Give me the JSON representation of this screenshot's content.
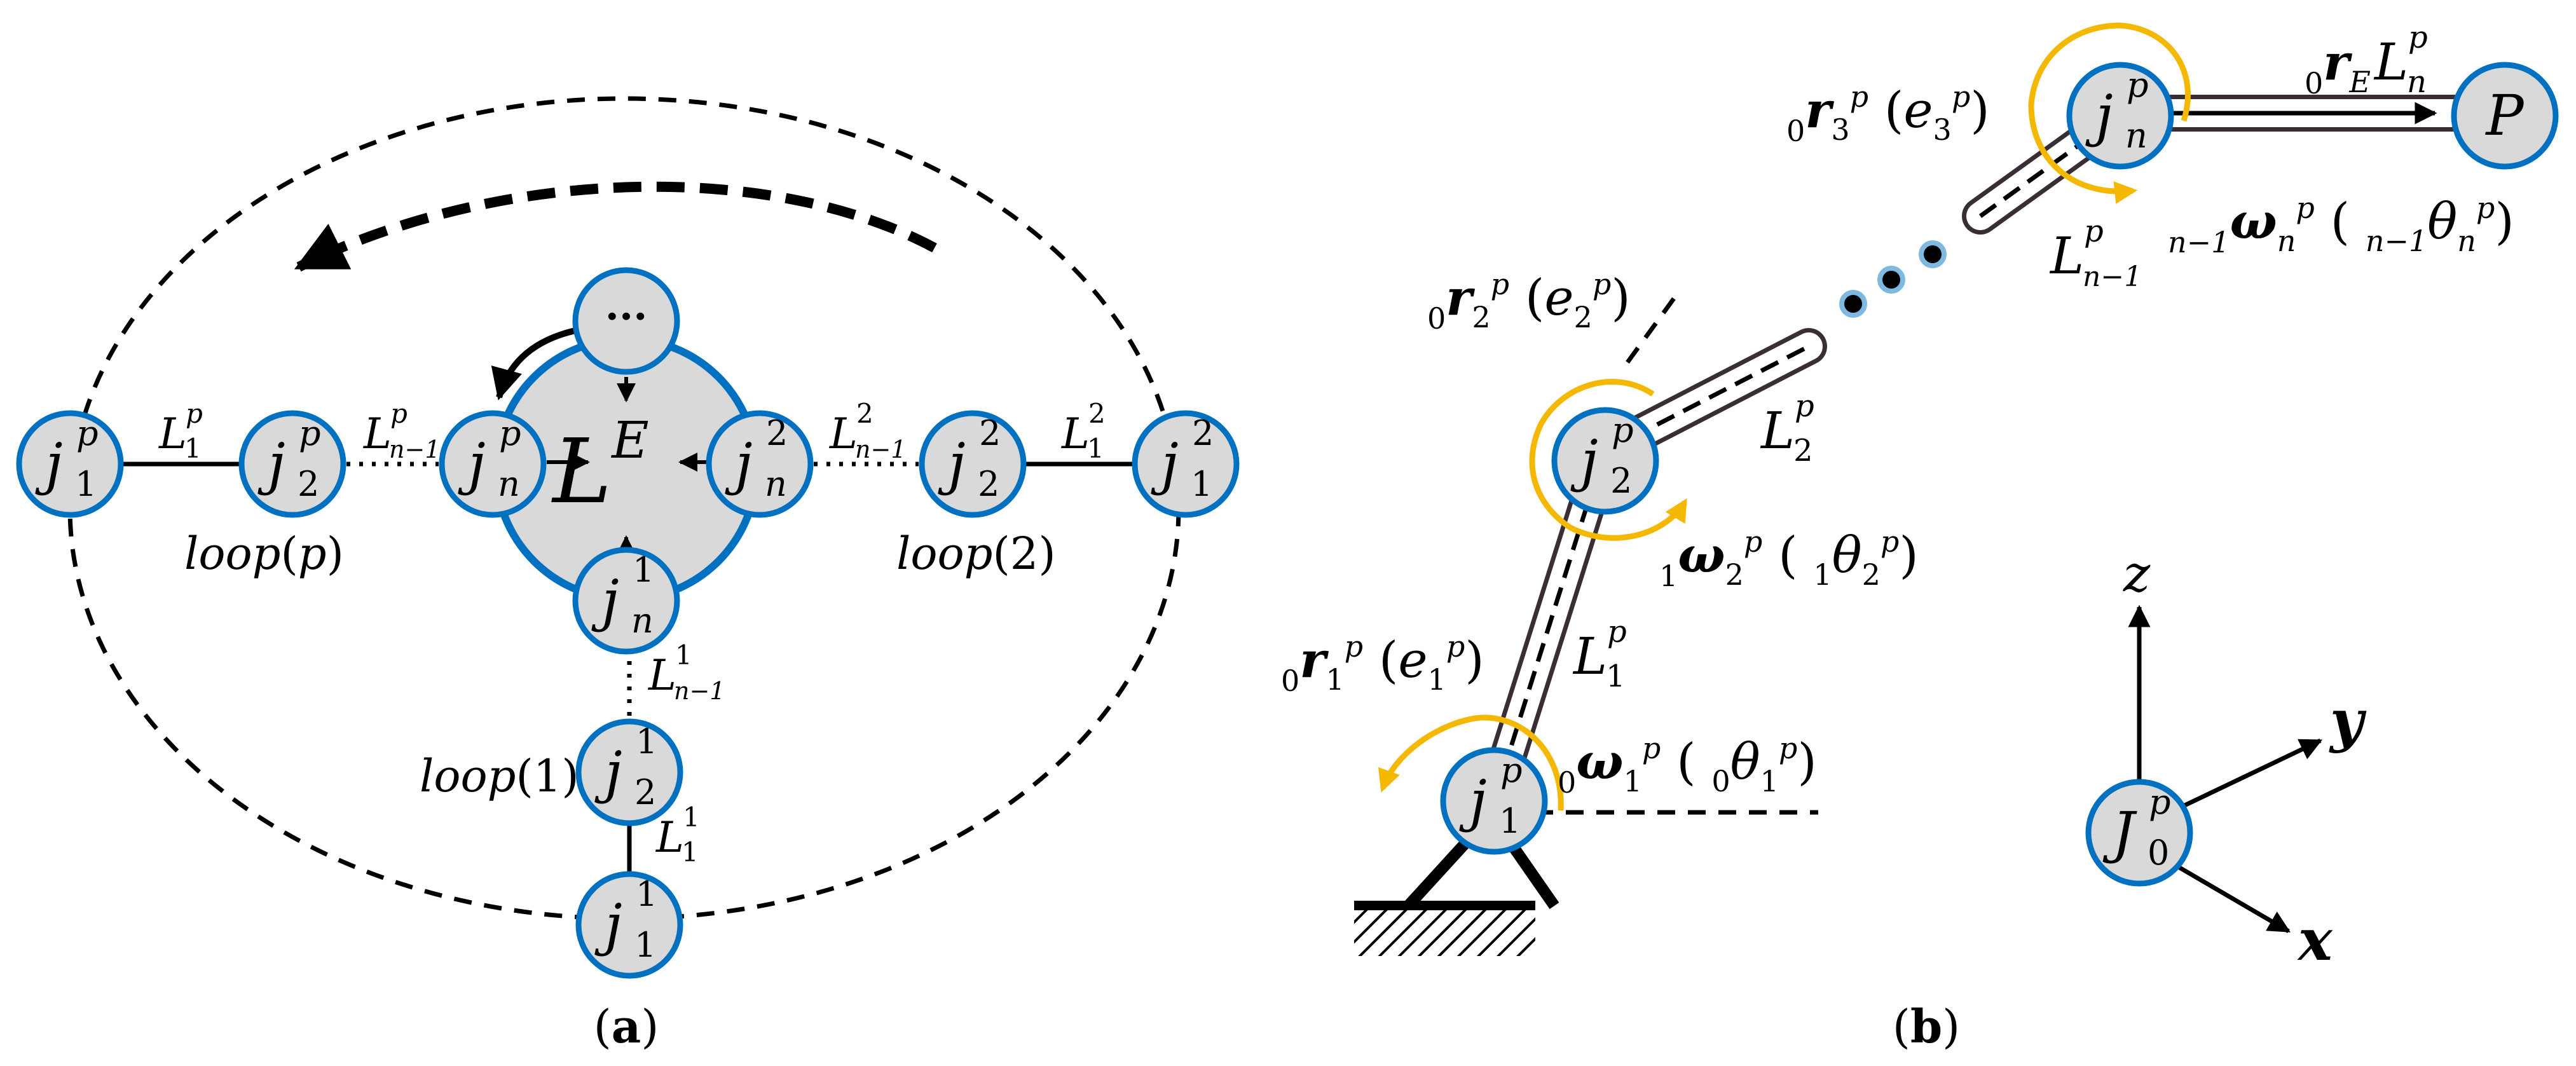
{
  "panel_a": {
    "caption_open": "(",
    "caption_letter": "a",
    "caption_close": ")",
    "center_node": {
      "base": "L",
      "sup": "E"
    },
    "ellipsis_node": "···",
    "nodes": [
      {
        "base": "j",
        "sub": "1",
        "sup": "p"
      },
      {
        "base": "j",
        "sub": "2",
        "sup": "p"
      },
      {
        "base": "j",
        "sub": "n",
        "sup": "p"
      },
      {
        "base": "j",
        "sub": "n",
        "sup": "2"
      },
      {
        "base": "j",
        "sub": "2",
        "sup": "2"
      },
      {
        "base": "j",
        "sub": "1",
        "sup": "2"
      },
      {
        "base": "j",
        "sub": "n",
        "sup": "1"
      },
      {
        "base": "j",
        "sub": "2",
        "sup": "1"
      },
      {
        "base": "j",
        "sub": "1",
        "sup": "1"
      }
    ],
    "link_labels": [
      {
        "base": "L",
        "sub": "1",
        "sup": "p"
      },
      {
        "base": "L",
        "sub": "n−1",
        "sup": "p"
      },
      {
        "base": "L",
        "sub": "n−1",
        "sup": "2"
      },
      {
        "base": "L",
        "sub": "1",
        "sup": "2"
      },
      {
        "base": "L",
        "sub": "n−1",
        "sup": "1"
      },
      {
        "base": "L",
        "sub": "1",
        "sup": "1"
      }
    ],
    "loop_labels": [
      {
        "word": "loop",
        "arg": "p"
      },
      {
        "word": "loop",
        "arg": "2"
      },
      {
        "word": "loop",
        "arg": "1"
      }
    ]
  },
  "panel_b": {
    "caption_open": "(",
    "caption_letter": "b",
    "caption_close": ")",
    "joints": [
      {
        "base": "j",
        "sub": "1",
        "sup": "p"
      },
      {
        "base": "j",
        "sub": "2",
        "sup": "p"
      },
      {
        "base": "j",
        "sub": "n",
        "sup": "p"
      }
    ],
    "end_node": "P",
    "frame_node": {
      "base": "J",
      "sub": "0",
      "sup": "p"
    },
    "axes": [
      "z",
      "y",
      "x"
    ],
    "link_labels": [
      {
        "base": "L",
        "sub": "1",
        "sup": "p"
      },
      {
        "base": "L",
        "sub": "2",
        "sup": "p"
      },
      {
        "base": "L",
        "sub": "n−1",
        "sup": "p"
      },
      {
        "base": "L",
        "sub": "n",
        "sup": "p"
      }
    ],
    "r_labels": [
      {
        "pre": "0",
        "base": "r",
        "sub": "1",
        "sup": "p",
        "arg_base": "e",
        "arg_sub": "1",
        "arg_sup": "p"
      },
      {
        "pre": "0",
        "base": "r",
        "sub": "2",
        "sup": "p",
        "arg_base": "e",
        "arg_sub": "2",
        "arg_sup": "p"
      },
      {
        "pre": "0",
        "base": "r",
        "sub": "3",
        "sup": "p",
        "arg_base": "e",
        "arg_sub": "3",
        "arg_sup": "p"
      }
    ],
    "r_end": {
      "pre": "0",
      "base": "r",
      "sub": "E"
    },
    "omega_labels": [
      {
        "pre": "0",
        "base": "ω",
        "sub": "1",
        "sup": "p",
        "arg_pre": "0",
        "arg_base": "θ",
        "arg_sub": "1",
        "arg_sup": "p"
      },
      {
        "pre": "1",
        "base": "ω",
        "sub": "2",
        "sup": "p",
        "arg_pre": "1",
        "arg_base": "θ",
        "arg_sub": "2",
        "arg_sup": "p"
      },
      {
        "pre": "n−1",
        "base": "ω",
        "sub": "n",
        "sup": "p",
        "arg_pre": "n−1",
        "arg_base": "θ",
        "arg_sub": "n",
        "arg_sup": "p"
      }
    ]
  }
}
